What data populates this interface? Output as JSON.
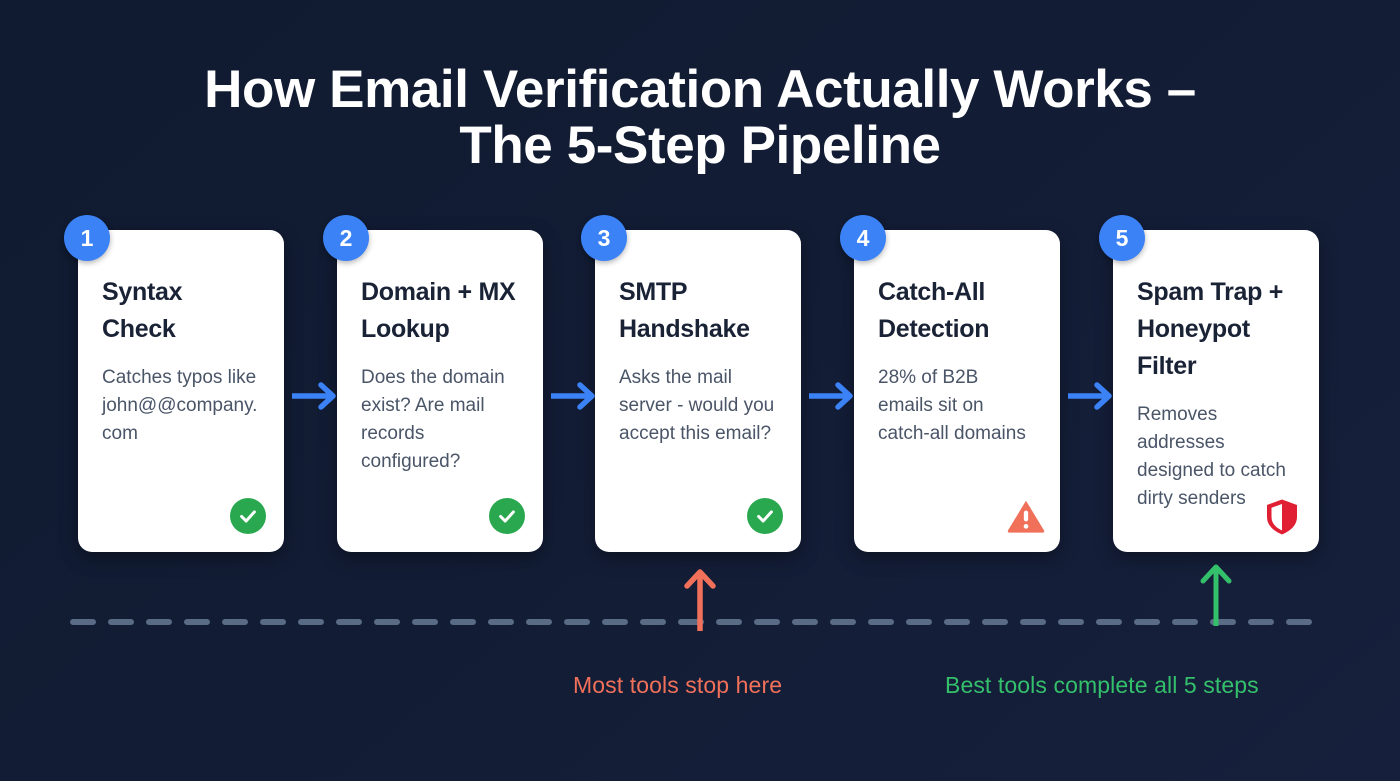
{
  "page": {
    "background_color": "#101a30",
    "accent_blue": "#3b82f6",
    "success_green": "#2aa84f",
    "warning_orange": "#f1705a",
    "danger_red": "#e01f32",
    "divider_color": "#5a6b85"
  },
  "title": {
    "line1": "How Email Verification Actually Works –",
    "line2": "The 5-Step Pipeline"
  },
  "steps": [
    {
      "number": "1",
      "title": "Syntax Check",
      "description": "Catches typos like john@@company.com",
      "status_icon": "check-circle-icon",
      "status_color": "#2aa84f"
    },
    {
      "number": "2",
      "title": "Domain + MX Lookup",
      "description": "Does the domain exist? Are mail records configured?",
      "status_icon": "check-circle-icon",
      "status_color": "#2aa84f"
    },
    {
      "number": "3",
      "title": "SMTP Handshake",
      "description": "Asks the mail server - would you accept this email?",
      "status_icon": "check-circle-icon",
      "status_color": "#2aa84f"
    },
    {
      "number": "4",
      "title": "Catch-All Detection",
      "description": "28% of B2B emails sit on catch-all domains",
      "status_icon": "warning-triangle-icon",
      "status_color": "#f1705a"
    },
    {
      "number": "5",
      "title": "Spam Trap + Honeypot Filter",
      "description": "Removes addresses designed to catch dirty senders",
      "status_icon": "shield-icon",
      "status_color": "#e01f32"
    }
  ],
  "connectors": [
    {
      "icon": "arrow-right-icon",
      "color": "#3b82f6"
    },
    {
      "icon": "arrow-right-icon",
      "color": "#3b82f6"
    },
    {
      "icon": "arrow-right-icon",
      "color": "#3b82f6"
    },
    {
      "icon": "arrow-right-icon",
      "color": "#3b82f6"
    }
  ],
  "annotations": [
    {
      "label": "Most tools stop here",
      "color": "#f1705a",
      "icon": "arrow-up-icon",
      "points_to_step": "3"
    },
    {
      "label": "Best tools complete all 5 steps",
      "color": "#34c06b",
      "icon": "arrow-up-icon",
      "points_to_step": "5"
    }
  ]
}
